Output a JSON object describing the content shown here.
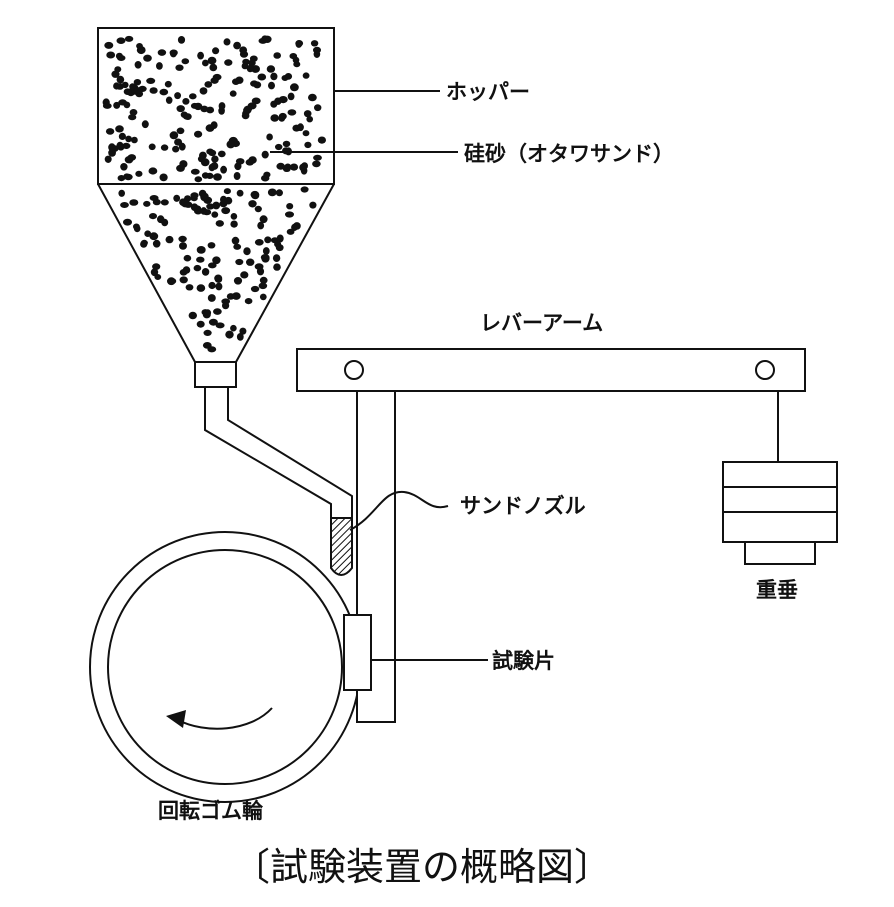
{
  "labels": {
    "hopper": "ホッパー",
    "silica_sand": "硅砂（オタワサンド）",
    "lever_arm": "レバーアーム",
    "sand_nozzle": "サンドノズル",
    "weight": "重垂",
    "test_piece": "試験片",
    "rubber_wheel": "回転ゴム輪"
  },
  "caption": "〔試験装置の概略図〕"
}
